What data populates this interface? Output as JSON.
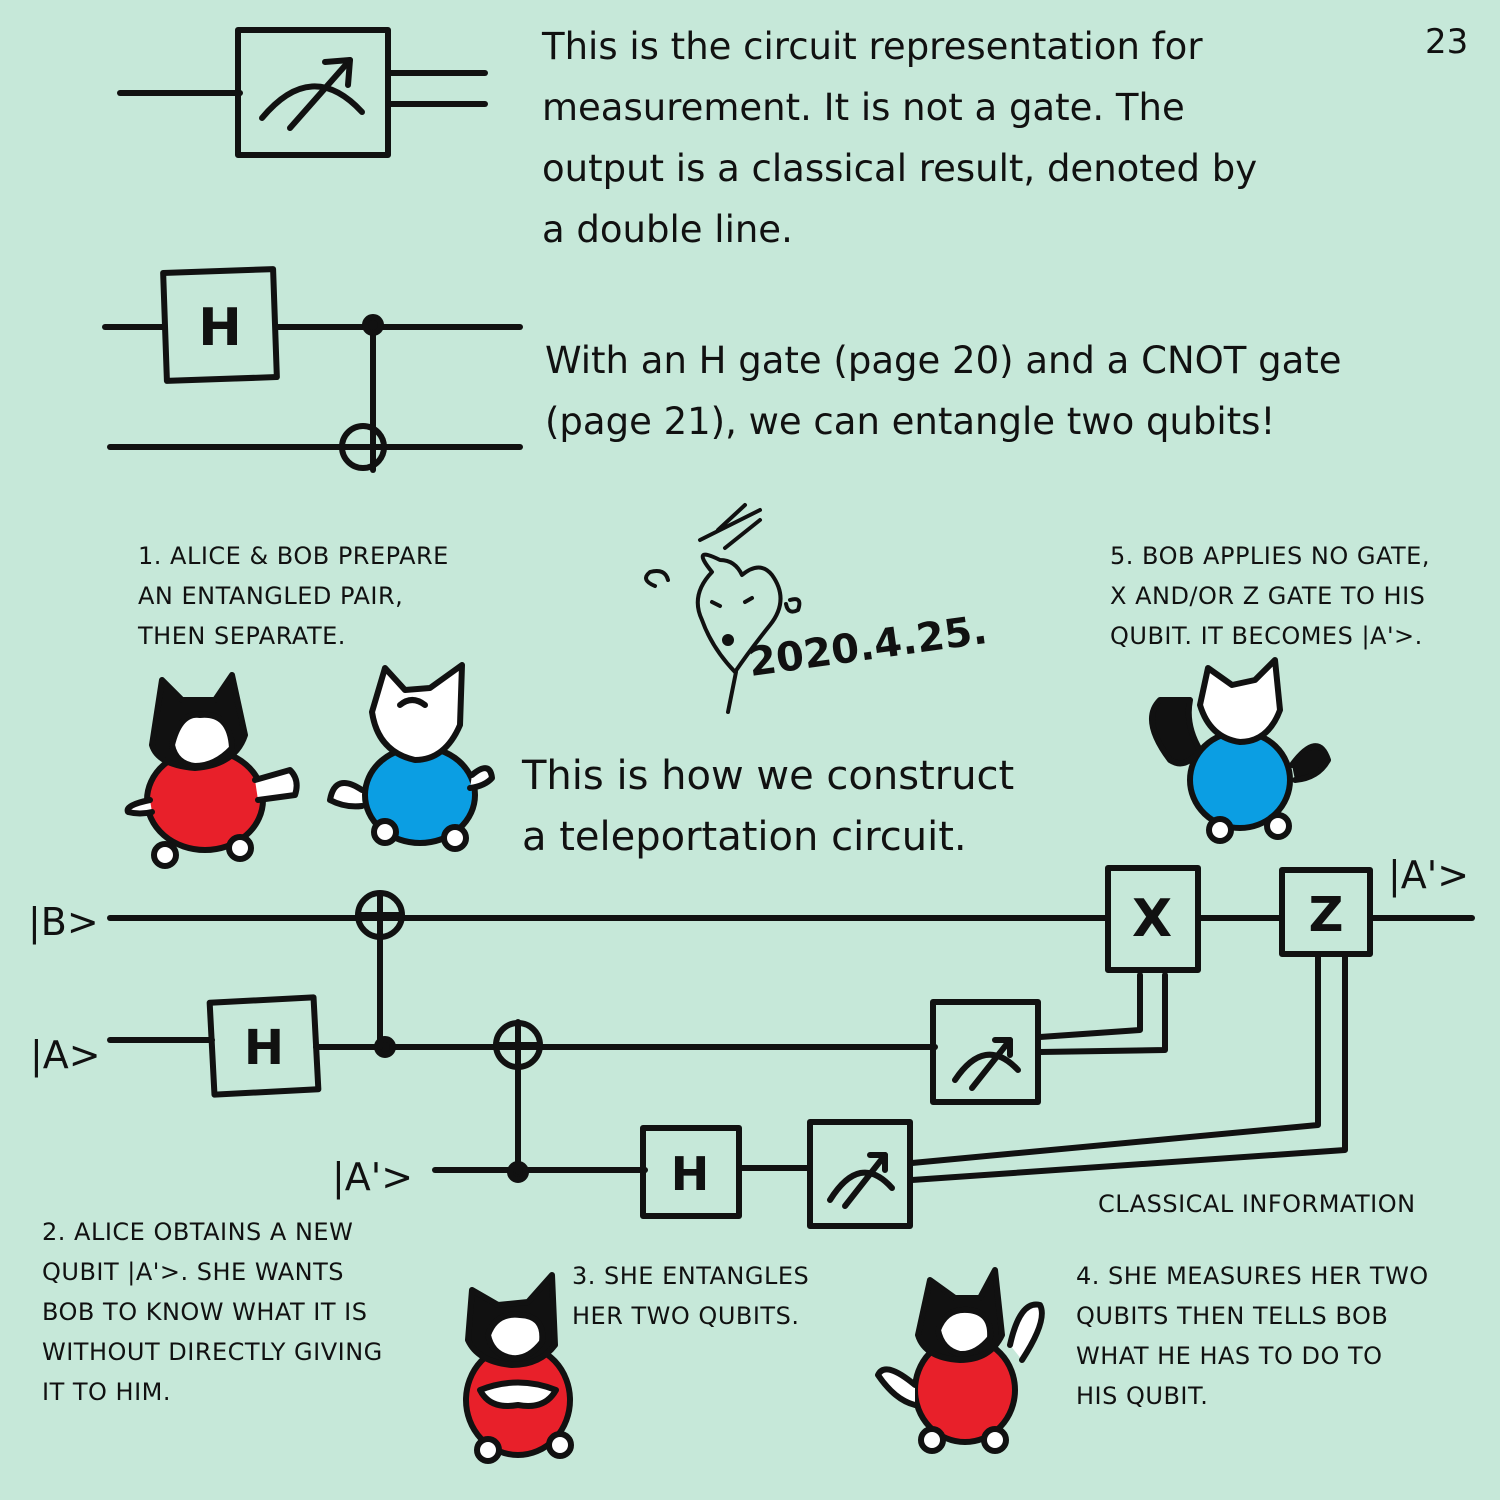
{
  "page_number": "23",
  "intro": {
    "measurement_text": "This is the circuit representation for\nmeasurement. It is not a gate. The\noutput is a classical result, denoted by\na double line.",
    "entangle_text": "With an H gate (page 20) and a CNOT gate\n(page 21), we can entangle two qubits!",
    "teleport_text": "This is how we construct\na teleportation circuit."
  },
  "signature_date": "2020.4.25.",
  "gates": {
    "h": "H",
    "x": "X",
    "z": "Z"
  },
  "qubit_labels": {
    "b": "|B>",
    "a": "|A>",
    "a_prime_in": "|A'>",
    "a_prime_out": "|A'>"
  },
  "classical_label": "CLASSICAL INFORMATION",
  "steps": [
    "1. ALICE & BOB PREPARE\nAN ENTANGLED PAIR,\nTHEN SEPARATE.",
    "2. ALICE OBTAINS A NEW\nQUBIT |A'>. SHE WANTS\nBOB TO KNOW WHAT IT IS\nWITHOUT DIRECTLY GIVING\nIT TO HIM.",
    "3. SHE ENTANGLES\nHER TWO QUBITS.",
    "4. SHE MEASURES HER TWO\nQUBITS THEN TELLS BOB\nWHAT HE HAS TO DO TO\nHIS QUBIT.",
    "5. BOB APPLIES NO GATE,\nX AND/OR Z GATE TO HIS\nQUBIT. IT BECOMES |A'>."
  ],
  "colors": {
    "background": "#c6e8d9",
    "ink": "#111111",
    "alice": "#e8202a",
    "bob": "#0b9ee3"
  }
}
